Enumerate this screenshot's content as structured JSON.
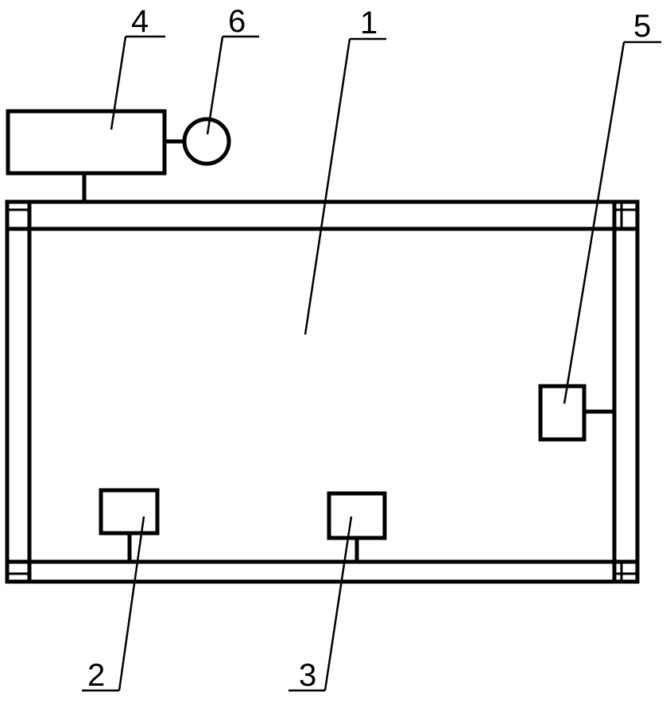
{
  "labels": {
    "one": "1",
    "two": "2",
    "three": "3",
    "four": "4",
    "five": "5",
    "six": "6"
  },
  "colors": {
    "line": "#000000",
    "background": "#ffffff"
  }
}
